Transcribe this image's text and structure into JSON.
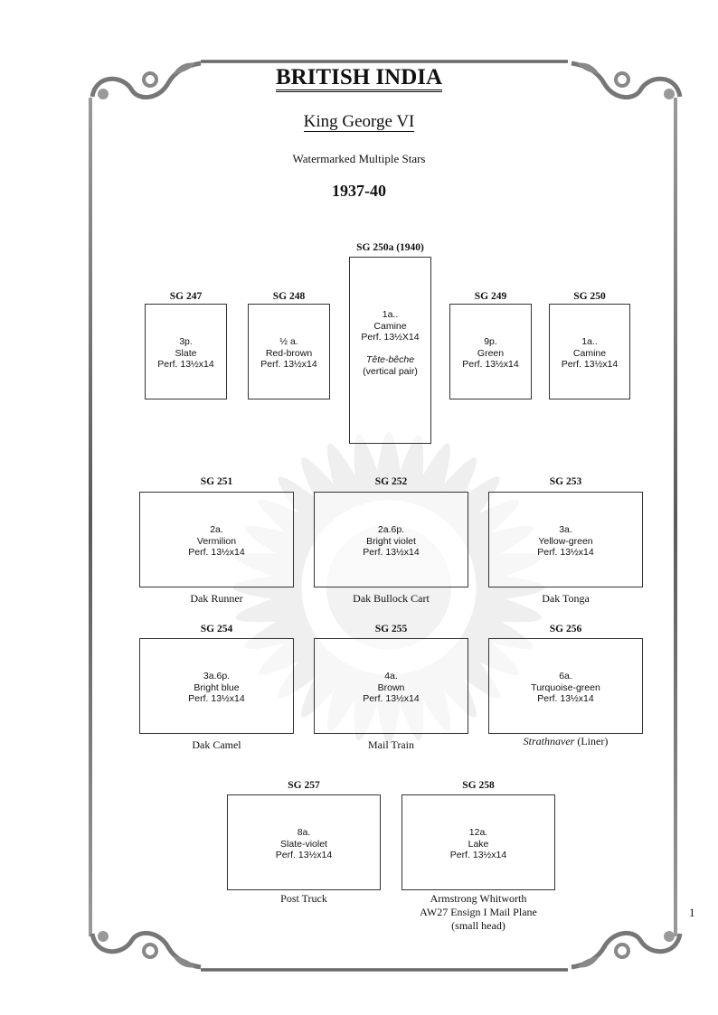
{
  "header": {
    "title": "BRITISH INDIA",
    "subtitle": "King George VI",
    "watermark_note": "Watermarked Multiple Stars",
    "years": "1937-40"
  },
  "stamps": [
    {
      "label": "SG 247",
      "lines": [
        {
          "text": "3p."
        },
        {
          "text": "Slate"
        },
        {
          "text": "Perf. 13½x14"
        }
      ],
      "caption": []
    },
    {
      "label": "SG 248",
      "lines": [
        {
          "text": "½ a."
        },
        {
          "text": "Red-brown"
        },
        {
          "text": "Perf. 13½x14"
        }
      ],
      "caption": []
    },
    {
      "label": "SG 250a (1940)",
      "lines": [
        {
          "text": "1a.."
        },
        {
          "text": "Camine"
        },
        {
          "text": "Perf. 13½X14"
        },
        {
          "text": " "
        },
        {
          "text": "Tête-bêche",
          "italic": true
        },
        {
          "text": "(vertical pair)"
        }
      ],
      "caption": []
    },
    {
      "label": "SG 249",
      "lines": [
        {
          "text": "9p."
        },
        {
          "text": "Green"
        },
        {
          "text": "Perf. 13½x14"
        }
      ],
      "caption": []
    },
    {
      "label": "SG 250",
      "lines": [
        {
          "text": "1a.."
        },
        {
          "text": "Camine"
        },
        {
          "text": "Perf. 13½x14"
        }
      ],
      "caption": []
    },
    {
      "label": "SG 251",
      "lines": [
        {
          "text": "2a."
        },
        {
          "text": "Vermilion"
        },
        {
          "text": "Perf. 13½x14"
        }
      ],
      "caption": [
        {
          "text": "Dak Runner"
        }
      ]
    },
    {
      "label": "SG 252",
      "lines": [
        {
          "text": "2a.6p."
        },
        {
          "text": "Bright violet"
        },
        {
          "text": "Perf. 13½x14"
        }
      ],
      "caption": [
        {
          "text": "Dak Bullock Cart"
        }
      ]
    },
    {
      "label": "SG 253",
      "lines": [
        {
          "text": "3a."
        },
        {
          "text": "Yellow-green"
        },
        {
          "text": "Perf. 13½x14"
        }
      ],
      "caption": [
        {
          "text": "Dak Tonga"
        }
      ]
    },
    {
      "label": "SG 254",
      "lines": [
        {
          "text": "3a.6p."
        },
        {
          "text": "Bright blue"
        },
        {
          "text": "Perf. 13½x14"
        }
      ],
      "caption": [
        {
          "text": "Dak Camel"
        }
      ]
    },
    {
      "label": "SG 255",
      "lines": [
        {
          "text": "4a."
        },
        {
          "text": "Brown"
        },
        {
          "text": "Perf. 13½x14"
        }
      ],
      "caption": [
        {
          "text": "Mail Train"
        }
      ]
    },
    {
      "label": "SG 256",
      "lines": [
        {
          "text": "6a."
        },
        {
          "text": "Turquoise-green"
        },
        {
          "text": "Perf. 13½x14"
        }
      ],
      "caption": [
        {
          "text": "Strathnaver",
          "italic": true
        },
        {
          "text": " (Liner)"
        }
      ]
    },
    {
      "label": "SG 257",
      "lines": [
        {
          "text": "8a."
        },
        {
          "text": "Slate-violet"
        },
        {
          "text": "Perf. 13½x14"
        }
      ],
      "caption": [
        {
          "text": "Post Truck"
        }
      ]
    },
    {
      "label": "SG 258",
      "lines": [
        {
          "text": "12a."
        },
        {
          "text": "Lake"
        },
        {
          "text": "Perf. 13½x14"
        }
      ],
      "caption": [
        {
          "text": "Armstrong Whitworth"
        },
        {
          "text": "AW27 Ensign I Mail Plane",
          "br": true
        },
        {
          "text": "(small head)",
          "br": true
        }
      ]
    }
  ],
  "page_number": "1"
}
